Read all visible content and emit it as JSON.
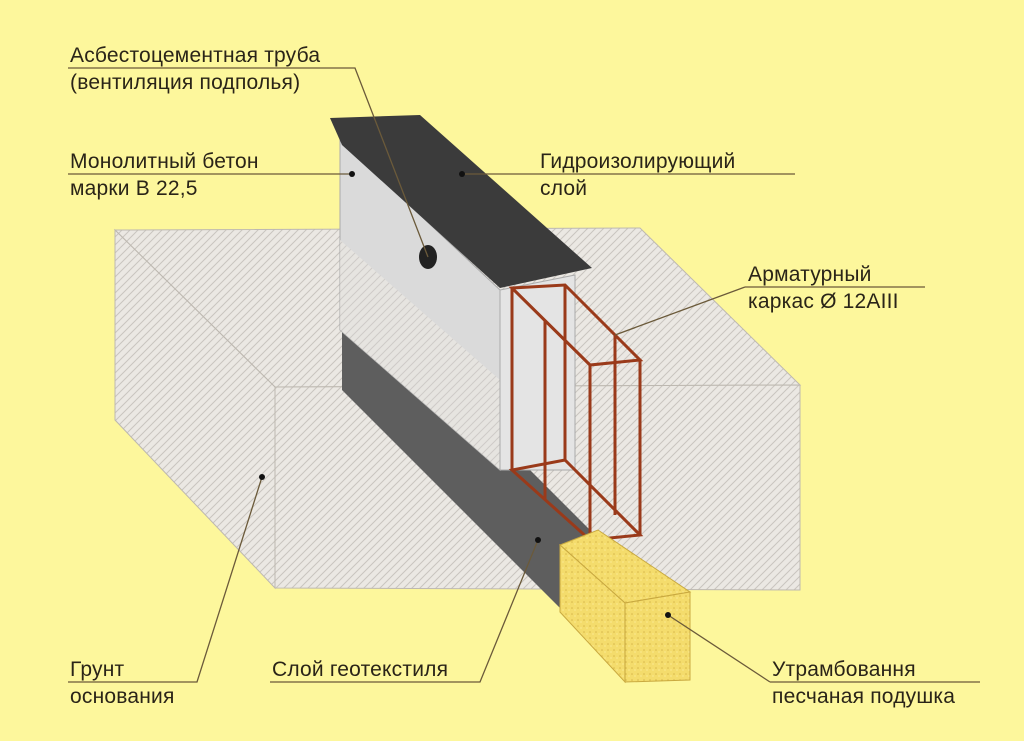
{
  "title": "Ленточный фундамент",
  "labels": {
    "pipe": {
      "line1": "Асбестоцементная труба",
      "line2": "(вентиляция подполья)"
    },
    "concrete": {
      "line1": "Монолитный бетон",
      "line2": "марки В 22,5"
    },
    "waterproofing": {
      "line1": "Гидроизолирующий",
      "line2": "слой"
    },
    "rebar": {
      "line1": "Арматурный",
      "line2": "каркас Ø 12AIII"
    },
    "soil": {
      "line1": "Грунт",
      "line2": "основания"
    },
    "geotextile": {
      "line1": "Слой геотекстиля"
    },
    "sand": {
      "line1": "Утрамбовання",
      "line2": "песчаная подушка"
    }
  },
  "colors": {
    "background": "#fdf79c",
    "soil": "#e6e2dc",
    "concrete": "#d9d9d9",
    "cap": "#3d3d3d",
    "geotextile": "#5c5c5c",
    "rebar": "#9a3a1a",
    "sand": "#f3dc6a"
  }
}
